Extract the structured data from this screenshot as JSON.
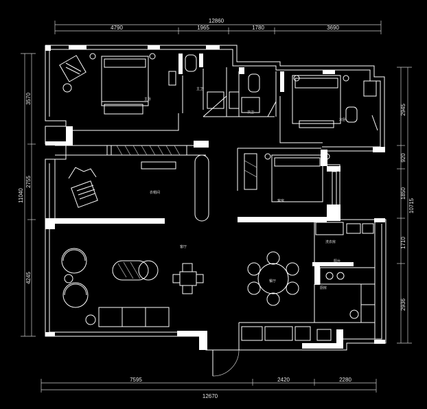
{
  "plan": {
    "dimensions": {
      "top_total": "12860",
      "top_segments": [
        "4790",
        "1965",
        "1780",
        "3690"
      ],
      "bottom_total": "12670",
      "bottom_segments": [
        "7595",
        "2420",
        "2280"
      ],
      "left_total": "11040",
      "left_segments": [
        "3570",
        "2755",
        "4245"
      ],
      "right_total": "10715",
      "right_segments": [
        "2945",
        "920",
        "1850",
        "1710",
        "2936"
      ]
    },
    "rooms": {
      "master_bedroom": "主卧",
      "master_bath": "主卫",
      "guest_bath": "次卫",
      "second_bedroom": "次卧",
      "cloakroom": "衣帽间",
      "guest_room": "客房",
      "living_room": "客厅",
      "dining_room": "餐厅",
      "kitchen": "厨房",
      "laundry": "洗衣房",
      "balcony": "阳台"
    }
  }
}
